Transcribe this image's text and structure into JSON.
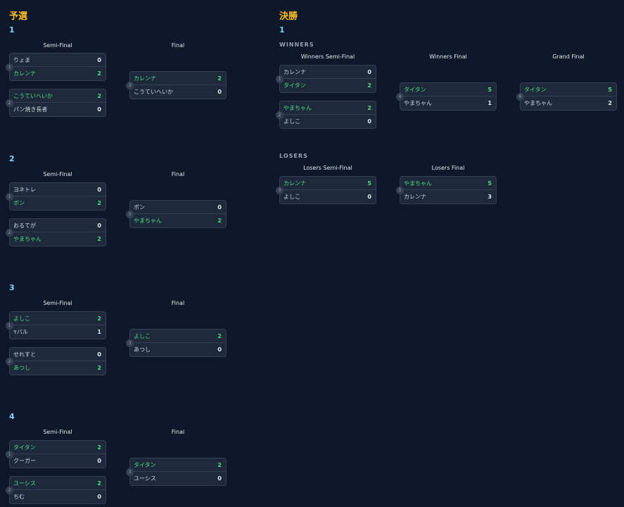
{
  "qualifying": {
    "title": "予選",
    "groups": [
      {
        "label": "1",
        "semi_label": "Semi-Final",
        "final_label": "Final",
        "matches": [
          {
            "num": "1",
            "p1": {
              "name": "りょま",
              "score": "0",
              "win": false
            },
            "p2": {
              "name": "カレンナ",
              "score": "2",
              "win": true
            }
          },
          {
            "num": "2",
            "p1": {
              "name": "こうていへいか",
              "score": "2",
              "win": true
            },
            "p2": {
              "name": "パン焼き長者",
              "score": "0",
              "win": false
            }
          },
          {
            "num": "3",
            "p1": {
              "name": "カレンナ",
              "score": "2",
              "win": true
            },
            "p2": {
              "name": "こうていへいか",
              "score": "0",
              "win": false
            }
          }
        ]
      },
      {
        "label": "2",
        "semi_label": "Semi-Final",
        "final_label": "Final",
        "matches": [
          {
            "num": "1",
            "p1": {
              "name": "ヨネトレ",
              "score": "0",
              "win": false
            },
            "p2": {
              "name": "ポン",
              "score": "2",
              "win": true
            }
          },
          {
            "num": "2",
            "p1": {
              "name": "おるてが",
              "score": "0",
              "win": false
            },
            "p2": {
              "name": "やまちゃん",
              "score": "2",
              "win": true
            }
          },
          {
            "num": "3",
            "p1": {
              "name": "ポン",
              "score": "0",
              "win": false
            },
            "p2": {
              "name": "やまちゃん",
              "score": "2",
              "win": true
            }
          }
        ]
      },
      {
        "label": "3",
        "semi_label": "Semi-Final",
        "final_label": "Final",
        "matches": [
          {
            "num": "1",
            "p1": {
              "name": "よしこ",
              "score": "2",
              "win": true
            },
            "p2": {
              "name": "τバル",
              "score": "1",
              "win": false
            }
          },
          {
            "num": "2",
            "p1": {
              "name": "せれすと",
              "score": "0",
              "win": false
            },
            "p2": {
              "name": "あつし",
              "score": "2",
              "win": true
            }
          },
          {
            "num": "3",
            "p1": {
              "name": "よしこ",
              "score": "2",
              "win": true
            },
            "p2": {
              "name": "あつし",
              "score": "0",
              "win": false
            }
          }
        ]
      },
      {
        "label": "4",
        "semi_label": "Semi-Final",
        "final_label": "Final",
        "matches": [
          {
            "num": "1",
            "p1": {
              "name": "タイタン",
              "score": "2",
              "win": true
            },
            "p2": {
              "name": "クーガー",
              "score": "0",
              "win": false
            }
          },
          {
            "num": "2",
            "p1": {
              "name": "ユーシス",
              "score": "2",
              "win": true
            },
            "p2": {
              "name": "ちむ",
              "score": "0",
              "win": false
            }
          },
          {
            "num": "3",
            "p1": {
              "name": "タイタン",
              "score": "2",
              "win": true
            },
            "p2": {
              "name": "ユーシス",
              "score": "0",
              "win": false
            }
          }
        ]
      }
    ]
  },
  "finals": {
    "title": "決勝",
    "group_label": "1",
    "winners": {
      "label": "WINNERS",
      "semi_label": "Winners Semi-Final",
      "final_label": "Winners Final",
      "grand_label": "Grand Final",
      "matches": [
        {
          "num": "1",
          "p1": {
            "name": "カレンナ",
            "score": "0",
            "win": false
          },
          "p2": {
            "name": "タイタン",
            "score": "2",
            "win": true
          }
        },
        {
          "num": "2",
          "p1": {
            "name": "やまちゃん",
            "score": "2",
            "win": true
          },
          "p2": {
            "name": "よしこ",
            "score": "0",
            "win": false
          }
        },
        {
          "num": "4",
          "p1": {
            "name": "タイタン",
            "score": "5",
            "win": true
          },
          "p2": {
            "name": "やまちゃん",
            "score": "1",
            "win": false
          }
        },
        {
          "num": "6",
          "p1": {
            "name": "タイタン",
            "score": "5",
            "win": true
          },
          "p2": {
            "name": "やまちゃん",
            "score": "2",
            "win": false
          }
        }
      ]
    },
    "losers": {
      "label": "LOSERS",
      "semi_label": "Losers Semi-Final",
      "final_label": "Losers Final",
      "matches": [
        {
          "num": "3",
          "p1": {
            "name": "カレンナ",
            "score": "5",
            "win": true
          },
          "p2": {
            "name": "よしこ",
            "score": "0",
            "win": false
          }
        },
        {
          "num": "5",
          "p1": {
            "name": "やまちゃん",
            "score": "5",
            "win": true
          },
          "p2": {
            "name": "カレンナ",
            "score": "3",
            "win": false
          }
        }
      ]
    }
  },
  "colors": {
    "background": "#0f172a",
    "card": "#1e293b",
    "winner": "#4ade80",
    "title": "#fbbf24",
    "group": "#7dd3fc"
  }
}
